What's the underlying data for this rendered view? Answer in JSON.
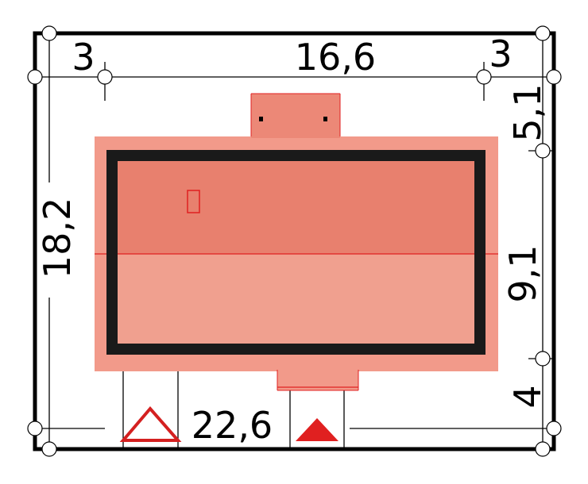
{
  "dimensions": {
    "top_left": "3",
    "top_middle": "16,6",
    "top_right": "3",
    "left": "18,2",
    "right_top": "5,1",
    "right_middle": "9,1",
    "right_bottom": "4",
    "bottom": "22,6"
  },
  "colors": {
    "border": "#000000",
    "line": "#000000",
    "building_light": "#f29a8a",
    "building_dark": "#e8806e",
    "building_upper": "#ec8877",
    "building_lower": "#f0a08f",
    "wall": "#1a1a1a",
    "accent_red": "#e02020",
    "marker_fill": "#ffffff"
  },
  "icons": {
    "entrance_outline": "triangle-outline-icon",
    "entrance_filled": "triangle-filled-icon",
    "small_marker": "rectangle-outline-icon"
  }
}
